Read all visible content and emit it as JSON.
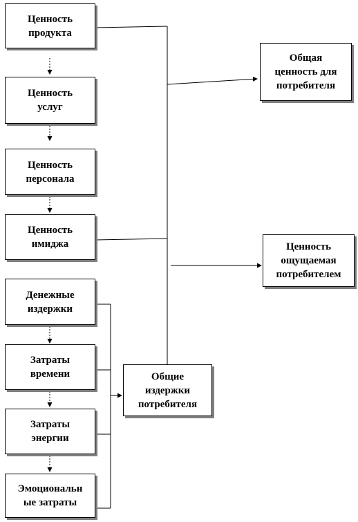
{
  "diagram": {
    "nodes": {
      "product_value": "Ценность\nпродукта",
      "service_value": "Ценность\nуслуг",
      "personnel_value": "Ценность\nперсонала",
      "image_value": "Ценность\nимиджа",
      "total_consumer_value": "Общая\nценность для\nпотребителя",
      "perceived_value": "Ценность\nощущаемая\nпотребителем",
      "monetary_costs": "Денежные\nиздержки",
      "time_costs": "Затраты\nвремени",
      "energy_costs": "Затраты\nэнергии",
      "emotional_costs": "Эмоциональн\nые затраты",
      "total_consumer_costs": "Общие\nиздержки\nпотребителя"
    }
  }
}
